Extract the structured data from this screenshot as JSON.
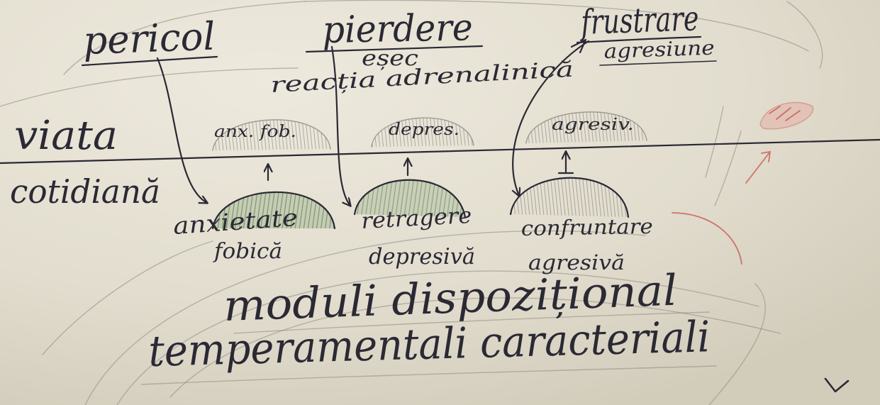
{
  "document": {
    "triggers": [
      {
        "label": "pericol"
      },
      {
        "label": "pierdere",
        "sublabel": "eșec"
      },
      {
        "label": "frustrare",
        "sublabel": "agresiune"
      }
    ],
    "reaction_note": "reacția adrenalinică",
    "axis_labels": {
      "upper": "viata",
      "lower": "cotidiană"
    },
    "dome_labels": [
      "anx. fob.",
      "depres.",
      "agresiv."
    ],
    "responses": [
      {
        "line1": "anxietate",
        "line2": "fobică"
      },
      {
        "line1": "retragere",
        "line2": "depresivă"
      },
      {
        "line1": "confruntare",
        "line2": "agresivă"
      }
    ],
    "footer": {
      "line1": "moduli dispozițional",
      "line2": "temperamentali caracteriali"
    }
  },
  "colors": {
    "paper": "#e4dfd0",
    "ink": "#2a2934",
    "pencil": "#8e8b82",
    "green": "#8aa37a",
    "red": "#c8504a"
  },
  "icons": {
    "arrow": "arrow-icon",
    "check": "check-mark-icon"
  }
}
